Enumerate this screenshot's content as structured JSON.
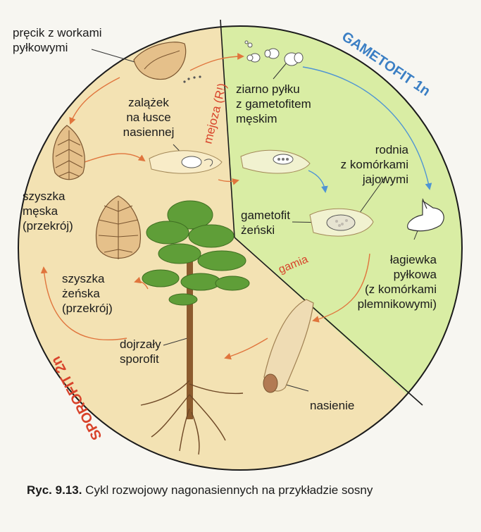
{
  "labels": {
    "stamen": [
      "pręcik z workami",
      "pyłkowymi"
    ],
    "ovule": [
      "zalążek",
      "na łusce",
      "nasiennej"
    ],
    "pollen_grain": [
      "ziarno pyłku",
      "z gametofitem",
      "męskim"
    ],
    "archegonium": [
      "rodnia",
      "z komórkami",
      "jajowymi"
    ],
    "female_gametophyte": [
      "gametofit",
      "żeński"
    ],
    "pollen_tube": [
      "łagiewka",
      "pyłkowa",
      "(z komórkami",
      "plemnikowymi)"
    ],
    "male_cone": [
      "szyszka",
      "męska",
      "(przekrój)"
    ],
    "female_cone": [
      "szyszka",
      "żeńska",
      "(przekrój)"
    ],
    "mature_sporophyte": [
      "dojrzały",
      "sporofit"
    ],
    "seed": [
      "nasienie"
    ]
  },
  "phases": {
    "meiosis": "mejoza (R!)",
    "gamy": "gamia",
    "gametophyte": "GAMETOFIT 1n",
    "sporophyte": "SPOROFIT 2n"
  },
  "caption": {
    "number": "Ryc. 9.13.",
    "text": " Cykl rozwojowy nagonasiennych na przykładzie sosny"
  },
  "colors": {
    "sporophyte_fill": "#f3e2b3",
    "gametophyte_fill": "#d9eda4",
    "phase_red": "#d8432b",
    "gametophyte_blue": "#3b7fc4",
    "arrow_orange": "#e0753d",
    "arrow_blue": "#4f94d4",
    "tree_green": "#5f9e38",
    "cone_tan": "#e5c08a"
  }
}
